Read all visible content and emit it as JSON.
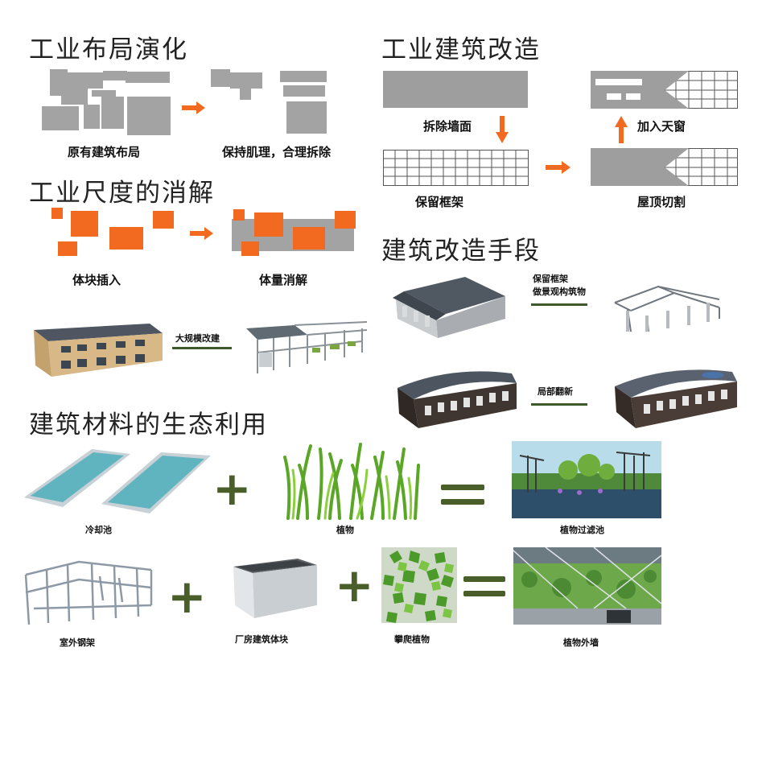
{
  "sections": {
    "layout_evolution": {
      "title": "工业布局演化",
      "before": "原有建筑布局",
      "after": "保持肌理，合理拆除"
    },
    "scale_dissolve": {
      "title": "工业尺度的消解",
      "insert": "体块插入",
      "dissolve": "体量消解",
      "arrow_label": "大规模改建"
    },
    "renovation": {
      "title": "工业建筑改造",
      "remove_wall": "拆除墙面",
      "keep_frame": "保留框架",
      "roof_cut": "屋顶切割",
      "add_skylight": "加入天窗"
    },
    "methods": {
      "title": "建筑改造手段",
      "method1": [
        "保留框架",
        "做景观构筑物"
      ],
      "method2": "局部翻新"
    },
    "materials": {
      "title": "建筑材料的生态利用",
      "row1": [
        "冷却池",
        "植物",
        "植物过滤池"
      ],
      "row2": [
        "室外钢架",
        "厂房建筑体块",
        "攀爬植物",
        "植物外墙"
      ],
      "plus": "+",
      "equals": "="
    }
  },
  "colors": {
    "orange": "#f26a1f",
    "gray": "#a3a3a3",
    "green": "#4a5e2a"
  }
}
